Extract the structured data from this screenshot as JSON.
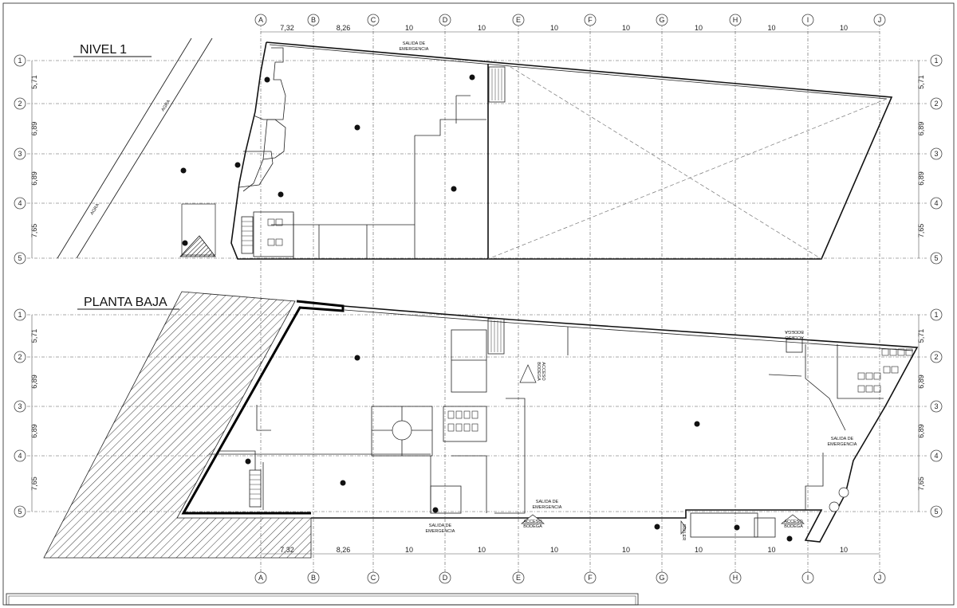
{
  "titles": {
    "upper": "NIVEL 1",
    "lower": "PLANTA BAJA"
  },
  "axes": {
    "columns": [
      "A",
      "B",
      "C",
      "D",
      "E",
      "F",
      "G",
      "H",
      "I",
      "J"
    ],
    "rows": [
      "1",
      "2",
      "3",
      "4",
      "5"
    ],
    "column_dims": [
      "7,32",
      "8,26",
      "10",
      "10",
      "10",
      "10",
      "10",
      "10",
      "10"
    ],
    "row_dims": [
      "5,71",
      "6,89",
      "6,89",
      "7,65"
    ]
  },
  "labels": {
    "agra_1": "AGRA",
    "agra_2": "AGRA",
    "salida_upper_1": "SALIDA DE",
    "salida_upper_2": "EMERGENCIA",
    "salida_main_1": "SALIDA DE",
    "salida_main_2": "EMERGENCIA",
    "salida_bottom_1": "SALIDA DE",
    "salida_bottom_2": "EMERGENCIA",
    "salida_right_1": "SALIDA DE",
    "salida_right_2": "EMERGENCIA",
    "acceso_bodega_1": "ACCESO",
    "acceso_bodega_2": "BODEGA",
    "acceso_side_1": "ACCESO",
    "acceso_side_2": "BODEGA",
    "acceso_right_1": "ACCESO",
    "acceso_right_2": "BODEGA",
    "acceso_top_1": "ACCESO",
    "acceso_top_2": "BODEGA",
    "boiler": "BOILER"
  },
  "colors": {
    "line": "#111111",
    "grid": "#555555"
  }
}
